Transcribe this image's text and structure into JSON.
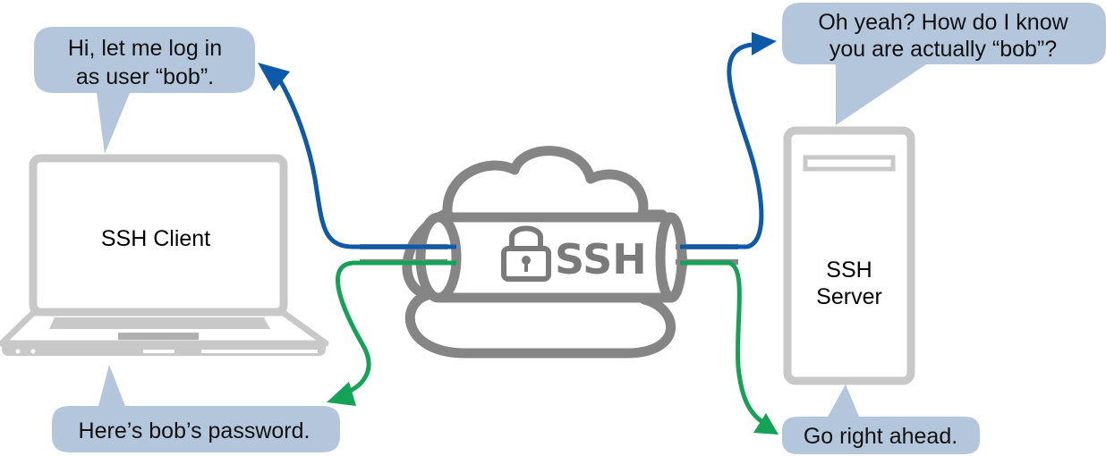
{
  "client": {
    "label": "SSH Client"
  },
  "server": {
    "label_line1": "SSH",
    "label_line2": "Server"
  },
  "tunnel": {
    "label": "SSH"
  },
  "bubbles": {
    "client_request": {
      "line1": "Hi, let me log in",
      "line2": "as user “bob”."
    },
    "server_challenge": {
      "line1": "Oh yeah? How do I know",
      "line2": "you are actually “bob”?"
    },
    "client_password": {
      "line1": "Here’s bob’s password."
    },
    "server_ack": {
      "line1": "Go right ahead."
    }
  },
  "colors": {
    "bubble_fill": "#b4c6dc",
    "device_stroke": "#c8c8c8",
    "cloud_stroke": "#858585",
    "request_arrow": "#0e5aa8",
    "response_arrow": "#14a356"
  },
  "icons": {
    "lock": "padlock-icon"
  }
}
